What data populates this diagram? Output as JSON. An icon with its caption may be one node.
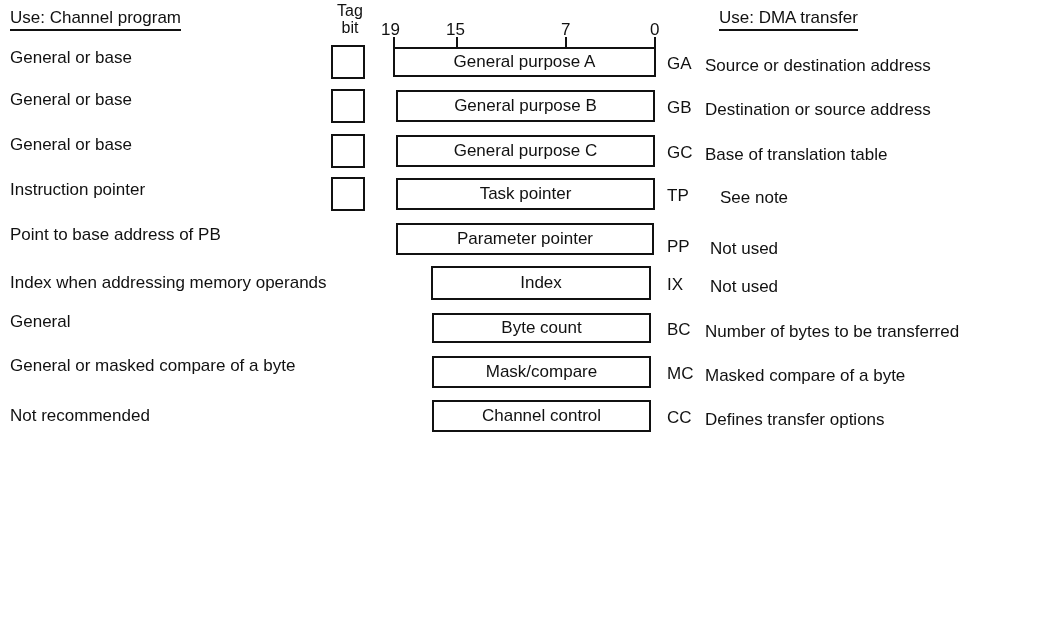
{
  "diagram": {
    "nodes": [
      {
        "text": [],
        "shape": "box"
      },
      {
        "text": [
          "General purpose A"
        ]
      },
      {
        "text": [],
        "shape": "box"
      },
      {
        "text": [
          "General purpose B"
        ]
      },
      {
        "text": [],
        "shape": "box"
      },
      {
        "text": [
          "General purpose C"
        ]
      },
      {
        "text": [],
        "shape": "box"
      },
      {
        "text": [
          "Task pointer"
        ]
      },
      {
        "text": [
          "Parameter pointer"
        ]
      },
      {
        "text": [
          "Index"
        ]
      },
      {
        "text": [
          "Byte count"
        ]
      },
      {
        "text": [
          "Mask/compare"
        ]
      },
      {
        "text": [
          "Channel control"
        ]
      }
    ],
    "labels": [
      "Use: Channel program",
      "Tag bit",
      "19",
      "15",
      "7",
      "0",
      "Use: DMA transfer",
      "General or base",
      "GA",
      "Source or destination address",
      "General or base",
      "GB",
      "Destination or source address",
      "General or base",
      "GC",
      "Base of translation table",
      "Instruction pointer",
      "TP",
      "See note",
      "Point to base address of PB",
      "PP",
      "Not used",
      "Index when addressing memory operands",
      "IX",
      "Not used",
      "General",
      "BC",
      "Number of bytes to be transferred",
      "General or masked compare of a byte",
      "MC",
      "Masked compare of a byte",
      "Not recommended",
      "CC",
      "Defines transfer options"
    ]
  }
}
